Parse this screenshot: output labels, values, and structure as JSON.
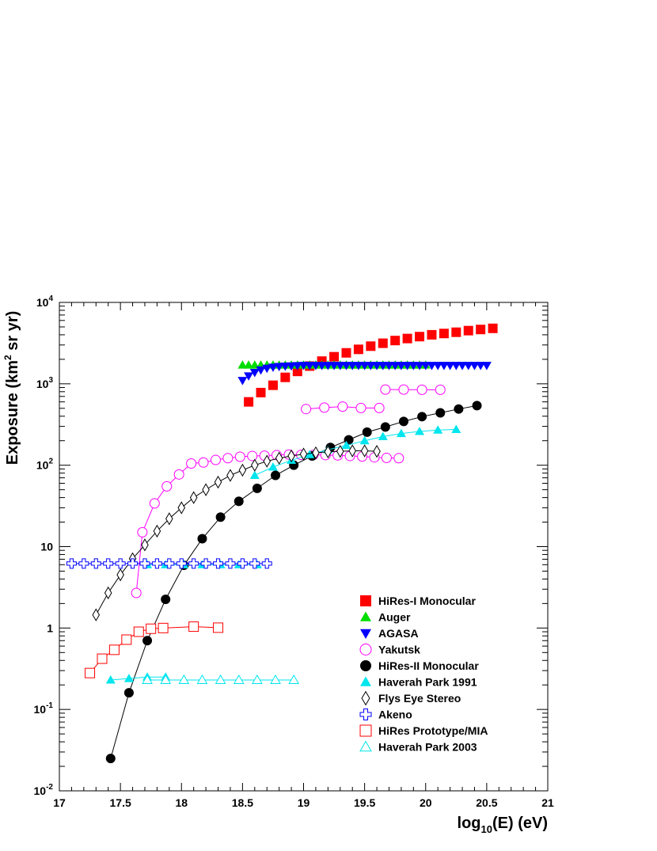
{
  "chart_data": {
    "type": "scatter",
    "xlabel": "log10(E) (eV)",
    "ylabel": "Exposure (km2 sr yr)",
    "xlim": [
      17,
      21
    ],
    "ylim": [
      0.01,
      10000
    ],
    "yscale": "log",
    "grid": false,
    "legend_position": "bottom-right",
    "x_ticks": [
      "17",
      "17.5",
      "18",
      "18.5",
      "19",
      "19.5",
      "20",
      "20.5",
      "21"
    ],
    "y_ticks": [
      "10^-2",
      "10^-1",
      "1",
      "10",
      "10^2",
      "10^3",
      "10^4"
    ],
    "series": [
      {
        "name": "HiRes-I Monocular",
        "marker": "square-filled",
        "color": "#ff0000",
        "line": false,
        "x": [
          18.55,
          18.65,
          18.75,
          18.85,
          18.95,
          19.05,
          19.15,
          19.25,
          19.35,
          19.45,
          19.55,
          19.65,
          19.75,
          19.85,
          19.95,
          20.05,
          20.15,
          20.25,
          20.35,
          20.45,
          20.55
        ],
        "y": [
          600,
          780,
          960,
          1200,
          1420,
          1650,
          1900,
          2150,
          2400,
          2650,
          2900,
          3150,
          3400,
          3600,
          3800,
          4000,
          4150,
          4300,
          4500,
          4650,
          4800
        ]
      },
      {
        "name": "Auger",
        "marker": "triangle-up-filled",
        "color": "#00dd00",
        "line": false,
        "x": [
          18.5,
          18.55,
          18.6,
          18.65,
          18.7,
          18.75,
          18.8,
          18.85,
          18.9,
          18.95,
          19.0,
          19.05,
          19.1,
          19.15,
          19.2,
          19.25,
          19.3,
          19.35,
          19.4,
          19.45,
          19.5,
          19.55,
          19.6,
          19.65,
          19.7,
          19.75,
          19.8,
          19.85,
          19.9,
          19.95,
          20.0
        ],
        "y": [
          1700,
          1700,
          1700,
          1700,
          1700,
          1700,
          1700,
          1700,
          1700,
          1700,
          1700,
          1700,
          1700,
          1700,
          1700,
          1700,
          1700,
          1700,
          1700,
          1700,
          1700,
          1700,
          1700,
          1700,
          1700,
          1700,
          1700,
          1700,
          1700,
          1700,
          1700
        ]
      },
      {
        "name": "AGASA",
        "marker": "triangle-down-filled",
        "color": "#0000ff",
        "line": false,
        "x": [
          18.5,
          18.55,
          18.6,
          18.65,
          18.7,
          18.75,
          18.8,
          18.85,
          18.9,
          18.95,
          19.0,
          19.05,
          19.1,
          19.15,
          19.2,
          19.25,
          19.3,
          19.35,
          19.4,
          19.45,
          19.5,
          19.55,
          19.6,
          19.65,
          19.7,
          19.75,
          19.8,
          19.85,
          19.9,
          19.95,
          20.0,
          20.05,
          20.1,
          20.15,
          20.2,
          20.25,
          20.3,
          20.35,
          20.4,
          20.45,
          20.5
        ],
        "y": [
          1100,
          1250,
          1380,
          1480,
          1550,
          1600,
          1630,
          1650,
          1660,
          1670,
          1680,
          1680,
          1680,
          1680,
          1680,
          1680,
          1680,
          1680,
          1680,
          1680,
          1680,
          1680,
          1680,
          1680,
          1680,
          1680,
          1680,
          1680,
          1680,
          1680,
          1680,
          1680,
          1680,
          1680,
          1680,
          1680,
          1680,
          1680,
          1680,
          1680,
          1680
        ]
      },
      {
        "name": "Yakutsk",
        "marker": "circle-open",
        "color": "#ff00ff",
        "line": true,
        "x": [
          17.63,
          17.68,
          17.78,
          17.88,
          17.98,
          18.08,
          18.18,
          18.28,
          18.38,
          18.48,
          18.58,
          18.68,
          18.78,
          18.88,
          18.98,
          19.08,
          19.18,
          19.28,
          19.38,
          19.48,
          19.58,
          19.68,
          19.78
        ],
        "y": [
          2.7,
          15,
          34,
          55,
          77,
          105,
          108,
          116,
          122,
          127,
          130,
          131,
          133,
          135,
          134,
          134,
          133,
          132,
          130,
          128,
          125,
          123,
          122
        ]
      },
      {
        "name": "Yakutsk",
        "marker": "circle-open",
        "color": "#ff00ff",
        "line": true,
        "x": [
          19.02,
          19.17,
          19.32,
          19.47,
          19.62
        ],
        "y": [
          490,
          510,
          525,
          505,
          505
        ]
      },
      {
        "name": "Yakutsk",
        "marker": "circle-open",
        "color": "#ff00ff",
        "line": true,
        "x": [
          19.67,
          19.82,
          19.97,
          20.12
        ],
        "y": [
          850,
          850,
          845,
          845
        ]
      },
      {
        "name": "HiRes-II Monocular",
        "marker": "circle-filled",
        "color": "#000000",
        "line": true,
        "x": [
          17.42,
          17.57,
          17.72,
          17.87,
          18.02,
          18.17,
          18.32,
          18.47,
          18.62,
          18.77,
          18.92,
          19.07,
          19.22,
          19.37,
          19.52,
          19.67,
          19.82,
          19.97,
          20.12,
          20.27,
          20.42
        ],
        "y": [
          0.025,
          0.16,
          0.7,
          2.25,
          5.9,
          12.5,
          23,
          36,
          52,
          75,
          100,
          130,
          165,
          205,
          255,
          295,
          345,
          395,
          440,
          490,
          540
        ]
      },
      {
        "name": "Haverah Park 1991",
        "marker": "triangle-up-filled",
        "color": "#00e5ee",
        "line": true,
        "x": [
          18.6,
          18.75,
          18.9,
          19.05,
          19.2,
          19.35,
          19.5,
          19.65,
          19.8,
          19.95,
          20.1,
          20.25
        ],
        "y": [
          75,
          95,
          115,
          135,
          155,
          175,
          200,
          225,
          245,
          260,
          270,
          275
        ]
      },
      {
        "name": "Haverah Park 1991",
        "marker": "triangle-up-filled",
        "color": "#00e5ee",
        "line": true,
        "x": [
          17.72,
          17.87,
          18.02,
          18.17,
          18.32,
          18.47,
          18.62
        ],
        "y": [
          6,
          6,
          6,
          6,
          6,
          6,
          6
        ]
      },
      {
        "name": "Haverah Park 1991",
        "marker": "triangle-up-filled",
        "color": "#00e5ee",
        "line": true,
        "x": [
          17.42,
          17.57,
          17.72,
          17.87
        ],
        "y": [
          0.23,
          0.24,
          0.25,
          0.25
        ]
      },
      {
        "name": "Flys Eye Stereo",
        "marker": "diamond-open",
        "color": "#000000",
        "line": true,
        "x": [
          17.3,
          17.4,
          17.5,
          17.6,
          17.7,
          17.8,
          17.9,
          18.0,
          18.1,
          18.2,
          18.3,
          18.4,
          18.5,
          18.6,
          18.7,
          18.8,
          18.9,
          19.0,
          19.1,
          19.2,
          19.3,
          19.4,
          19.5,
          19.6
        ],
        "y": [
          1.45,
          2.7,
          4.5,
          7.1,
          10.5,
          15.5,
          22,
          30,
          40,
          50,
          62,
          75,
          87,
          100,
          112,
          122,
          130,
          137,
          142,
          146,
          148,
          150,
          150,
          148
        ]
      },
      {
        "name": "Akeno",
        "marker": "cross-open",
        "color": "#0000ff",
        "line": true,
        "x": [
          17.1,
          17.2,
          17.3,
          17.4,
          17.5,
          17.6,
          17.7,
          17.8,
          17.9,
          18.0,
          18.1,
          18.2,
          18.3,
          18.4,
          18.5,
          18.6,
          18.7
        ],
        "y": [
          6.2,
          6.2,
          6.2,
          6.2,
          6.2,
          6.2,
          6.2,
          6.2,
          6.2,
          6.2,
          6.2,
          6.2,
          6.2,
          6.2,
          6.2,
          6.2,
          6.2
        ]
      },
      {
        "name": "HiRes Prototype/MIA",
        "marker": "square-open",
        "color": "#ff0000",
        "line": true,
        "x": [
          17.25,
          17.35,
          17.45,
          17.55,
          17.65,
          17.75,
          17.85,
          18.1,
          18.3
        ],
        "y": [
          0.28,
          0.42,
          0.54,
          0.72,
          0.9,
          0.98,
          1.0,
          1.04,
          1.01
        ]
      },
      {
        "name": "Haverah Park 2003",
        "marker": "triangle-up-open",
        "color": "#00e5ee",
        "line": true,
        "x": [
          17.72,
          17.87,
          18.02,
          18.17,
          18.32,
          18.47,
          18.62,
          18.77,
          18.92
        ],
        "y": [
          0.23,
          0.23,
          0.23,
          0.23,
          0.23,
          0.23,
          0.23,
          0.23,
          0.23
        ]
      }
    ],
    "legend": [
      {
        "label": "HiRes-I Monocular",
        "marker": "square-filled",
        "color": "#ff0000"
      },
      {
        "label": "Auger",
        "marker": "triangle-up-filled",
        "color": "#00dd00"
      },
      {
        "label": "AGASA",
        "marker": "triangle-down-filled",
        "color": "#0000ff"
      },
      {
        "label": "Yakutsk",
        "marker": "circle-open",
        "color": "#ff00ff"
      },
      {
        "label": "HiRes-II Monocular",
        "marker": "circle-filled",
        "color": "#000000"
      },
      {
        "label": "Haverah Park 1991",
        "marker": "triangle-up-filled",
        "color": "#00e5ee"
      },
      {
        "label": "Flys Eye Stereo",
        "marker": "diamond-open",
        "color": "#000000"
      },
      {
        "label": "Akeno",
        "marker": "cross-open",
        "color": "#0000ff"
      },
      {
        "label": "HiRes Prototype/MIA",
        "marker": "square-open",
        "color": "#ff0000"
      },
      {
        "label": "Haverah Park 2003",
        "marker": "triangle-up-open",
        "color": "#00e5ee"
      }
    ]
  }
}
